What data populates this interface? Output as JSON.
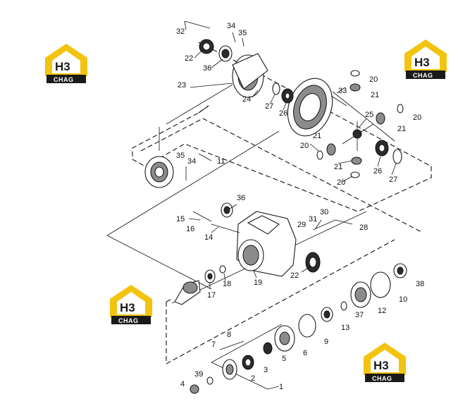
{
  "logos": [
    {
      "mark": "H3",
      "sub": "CHAG"
    },
    {
      "mark": "H3",
      "sub": "CHAG"
    },
    {
      "mark": "H3",
      "sub": "CHAG"
    },
    {
      "mark": "H3",
      "sub": "CHAG"
    }
  ],
  "colors": {
    "logo_yellow": "#f2c40f",
    "logo_black": "#1a1a1a",
    "line": "#111111"
  },
  "callouts": {
    "c1": "1",
    "c2": "2",
    "c3": "3",
    "c4": "4",
    "c5": "5",
    "c6": "6",
    "c7": "7",
    "c8": "8",
    "c9": "9",
    "c10": "10",
    "c11": "11",
    "c12": "12",
    "c13": "13",
    "c14": "14",
    "c15": "15",
    "c16": "16",
    "c17": "17",
    "c18": "18",
    "c19": "19",
    "c20a": "20",
    "c20b": "20",
    "c20c": "20",
    "c20d": "20",
    "c21a": "21",
    "c21b": "21",
    "c21c": "21",
    "c21d": "21",
    "c22a": "22",
    "c22b": "22",
    "c23": "23",
    "c24": "24",
    "c25": "25",
    "c26a": "26",
    "c26b": "26",
    "c27a": "27",
    "c27b": "27",
    "c28": "28",
    "c29": "29",
    "c30": "30",
    "c31": "31",
    "c32": "32",
    "c33": "33",
    "c34a": "34",
    "c34b": "34",
    "c35a": "35",
    "c35b": "35",
    "c36a": "36",
    "c36b": "36",
    "c37": "37",
    "c38": "38",
    "c39": "39"
  }
}
